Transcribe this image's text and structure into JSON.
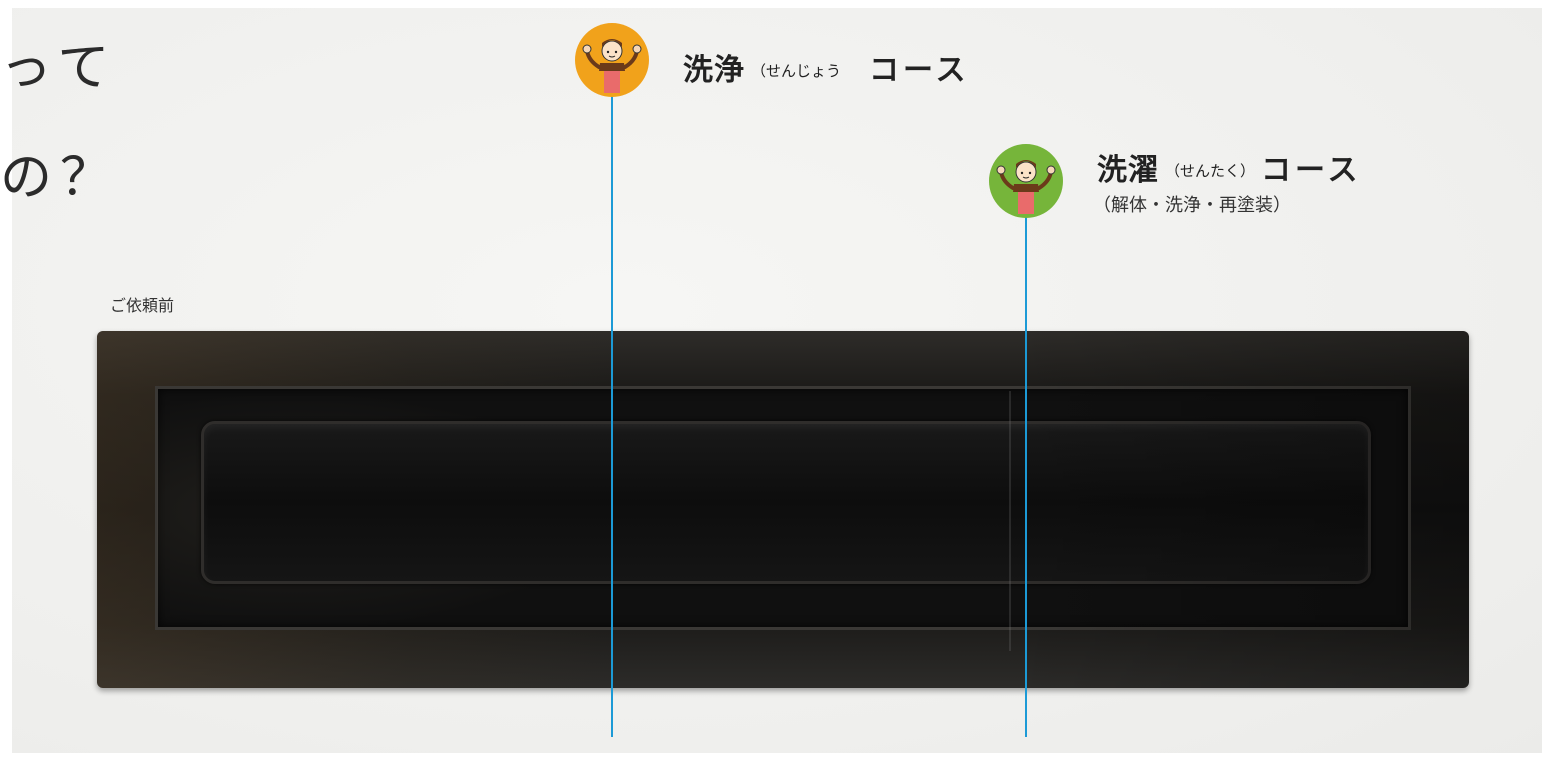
{
  "heading": {
    "line1": "って",
    "line2": "の？"
  },
  "before_label": "ご依頼前",
  "course_wash": {
    "name": "洗浄",
    "reading": "（せんじょう",
    "kind": "コース"
  },
  "course_laundry": {
    "name": "洗濯",
    "reading": "（せんたく）",
    "kind": "コース",
    "note": "（解体・洗浄・再塗装）"
  },
  "colors": {
    "guide_line": "#1c9ad6",
    "avatar_wash": "#f1a21b",
    "avatar_laundry": "#76b53a"
  },
  "icons": {
    "avatar_wash": "staff-avatar-icon",
    "avatar_laundry": "staff-avatar-icon"
  }
}
